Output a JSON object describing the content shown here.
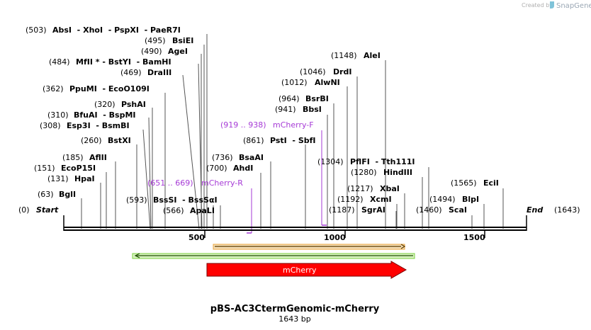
{
  "branding": {
    "created_by": "Created by",
    "app": "SnapGene"
  },
  "map": {
    "title": "pBS-AC3CtermGenomic-mCherry",
    "length_label": "1643 bp",
    "length": 1643,
    "start_label": "Start",
    "start_pos": "(0)",
    "end_label": "End",
    "end_pos": "(1643)",
    "ticks": [
      "500",
      "1000",
      "1500"
    ],
    "enzymes": [
      {
        "pos": 503,
        "pos_label": "(503)",
        "names": "AbsI  - XhoI  - PspXI  - PaeR7I"
      },
      {
        "pos": 495,
        "pos_label": "(495)",
        "names": "BsiEI"
      },
      {
        "pos": 490,
        "pos_label": "(490)",
        "names": "AgeI"
      },
      {
        "pos": 484,
        "pos_label": "(484)",
        "names": "MfII * - BstYI  - BamHI"
      },
      {
        "pos": 469,
        "pos_label": "(469)",
        "names": "DraIII"
      },
      {
        "pos": 362,
        "pos_label": "(362)",
        "names": "PpuMI  - EcoO109I"
      },
      {
        "pos": 320,
        "pos_label": "(320)",
        "names": "PshAI"
      },
      {
        "pos": 310,
        "pos_label": "(310)",
        "names": "BfuAI  - BspMI"
      },
      {
        "pos": 308,
        "pos_label": "(308)",
        "names": "Esp3I  - BsmBI"
      },
      {
        "pos": 260,
        "pos_label": "(260)",
        "names": "BstXI"
      },
      {
        "pos": 185,
        "pos_label": "(185)",
        "names": "AflII"
      },
      {
        "pos": 151,
        "pos_label": "(151)",
        "names": "EcoP15I"
      },
      {
        "pos": 131,
        "pos_label": "(131)",
        "names": "HpaI"
      },
      {
        "pos": 63,
        "pos_label": "(63)",
        "names": "BglI"
      },
      {
        "pos": 593,
        "pos_label": "(593)",
        "names": "BssSI  - BssSαI"
      },
      {
        "pos": 566,
        "pos_label": "(566)",
        "names": "ApaLI"
      },
      {
        "pos": 700,
        "pos_label": "(700)",
        "names": "AhdI"
      },
      {
        "pos": 736,
        "pos_label": "(736)",
        "names": "BsaAI"
      },
      {
        "pos": 861,
        "pos_label": "(861)",
        "names": "PstI  - SbfI"
      },
      {
        "pos": 941,
        "pos_label": "(941)",
        "names": "BbsI"
      },
      {
        "pos": 964,
        "pos_label": "(964)",
        "names": "BsrBI"
      },
      {
        "pos": 1012,
        "pos_label": "(1012)",
        "names": "AlwNI"
      },
      {
        "pos": 1046,
        "pos_label": "(1046)",
        "names": "DrdI"
      },
      {
        "pos": 1148,
        "pos_label": "(1148)",
        "names": "AleI"
      },
      {
        "pos": 1304,
        "pos_label": "(1304)",
        "names": "PflFI  - Tth111I"
      },
      {
        "pos": 1280,
        "pos_label": "(1280)",
        "names": "HindIII"
      },
      {
        "pos": 1217,
        "pos_label": "(1217)",
        "names": "XbaI"
      },
      {
        "pos": 1192,
        "pos_label": "(1192)",
        "names": "XcmI"
      },
      {
        "pos": 1187,
        "pos_label": "(1187)",
        "names": "SgrAI"
      },
      {
        "pos": 1565,
        "pos_label": "(1565)",
        "names": "EciI"
      },
      {
        "pos": 1494,
        "pos_label": "(1494)",
        "names": "BlpI"
      },
      {
        "pos": 1460,
        "pos_label": "(1460)",
        "names": "ScaI"
      }
    ],
    "primers": [
      {
        "range": "(919 .. 938)",
        "name": "mCherry-F",
        "start": 919,
        "end": 938,
        "direction": "forward"
      },
      {
        "range": "(651 .. 669)",
        "name": "mCherry-R",
        "start": 651,
        "end": 669,
        "direction": "reverse"
      }
    ],
    "features": [
      {
        "name": "mCherry",
        "start": 510,
        "end": 1220,
        "direction": "forward",
        "color": "#ff0000"
      }
    ],
    "colors": {
      "primer": "#a63ad6",
      "feature": "#ff0000",
      "orf_forward": "#e8a33c",
      "orf_reverse": "#7bd23f"
    }
  }
}
